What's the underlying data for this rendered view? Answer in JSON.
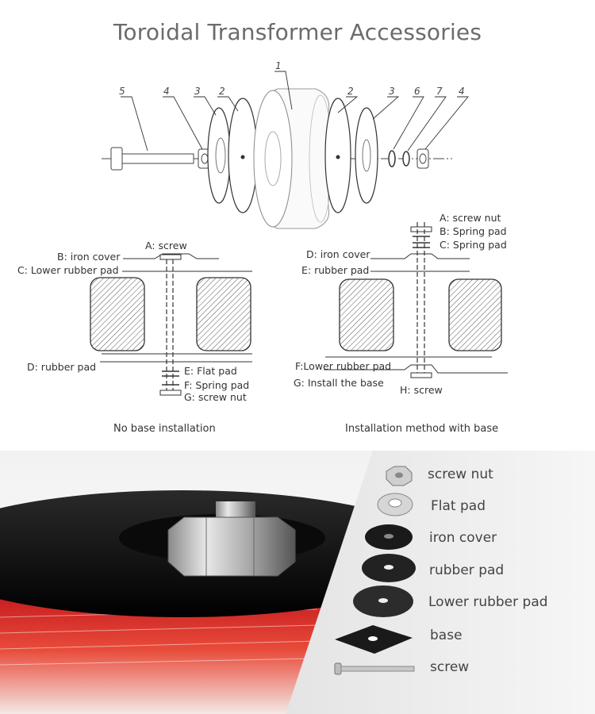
{
  "title": "Toroidal Transformer Accessories",
  "exploded_numbers": [
    "5",
    "4",
    "3",
    "2",
    "1",
    "2",
    "3",
    "6",
    "7",
    "4"
  ],
  "left_diagram": {
    "caption": "No base installation",
    "labels": {
      "a": "A: screw",
      "b": "B: iron cover",
      "c": "C: Lower rubber pad",
      "d": "D: rubber pad",
      "e": "E: Flat pad",
      "f": "F: Spring pad",
      "g": "G: screw nut"
    }
  },
  "right_diagram": {
    "caption": "Installation method with base",
    "labels": {
      "a": "A: screw nut",
      "b": "B: Spring pad",
      "c": "C: Spring pad",
      "d": "D: iron cover",
      "e": "E: rubber pad",
      "f": "F:Lower rubber pad",
      "g": "G: Install the base",
      "h": "H: screw"
    }
  },
  "accessories": [
    {
      "id": "screw-nut",
      "label": "screw nut"
    },
    {
      "id": "flat-pad",
      "label": "Flat pad"
    },
    {
      "id": "iron-cover",
      "label": "iron cover"
    },
    {
      "id": "rubber-pad",
      "label": "rubber pad"
    },
    {
      "id": "lower-rubber-pad",
      "label": "Lower rubber pad"
    },
    {
      "id": "base",
      "label": "base"
    },
    {
      "id": "screw",
      "label": "screw"
    }
  ]
}
